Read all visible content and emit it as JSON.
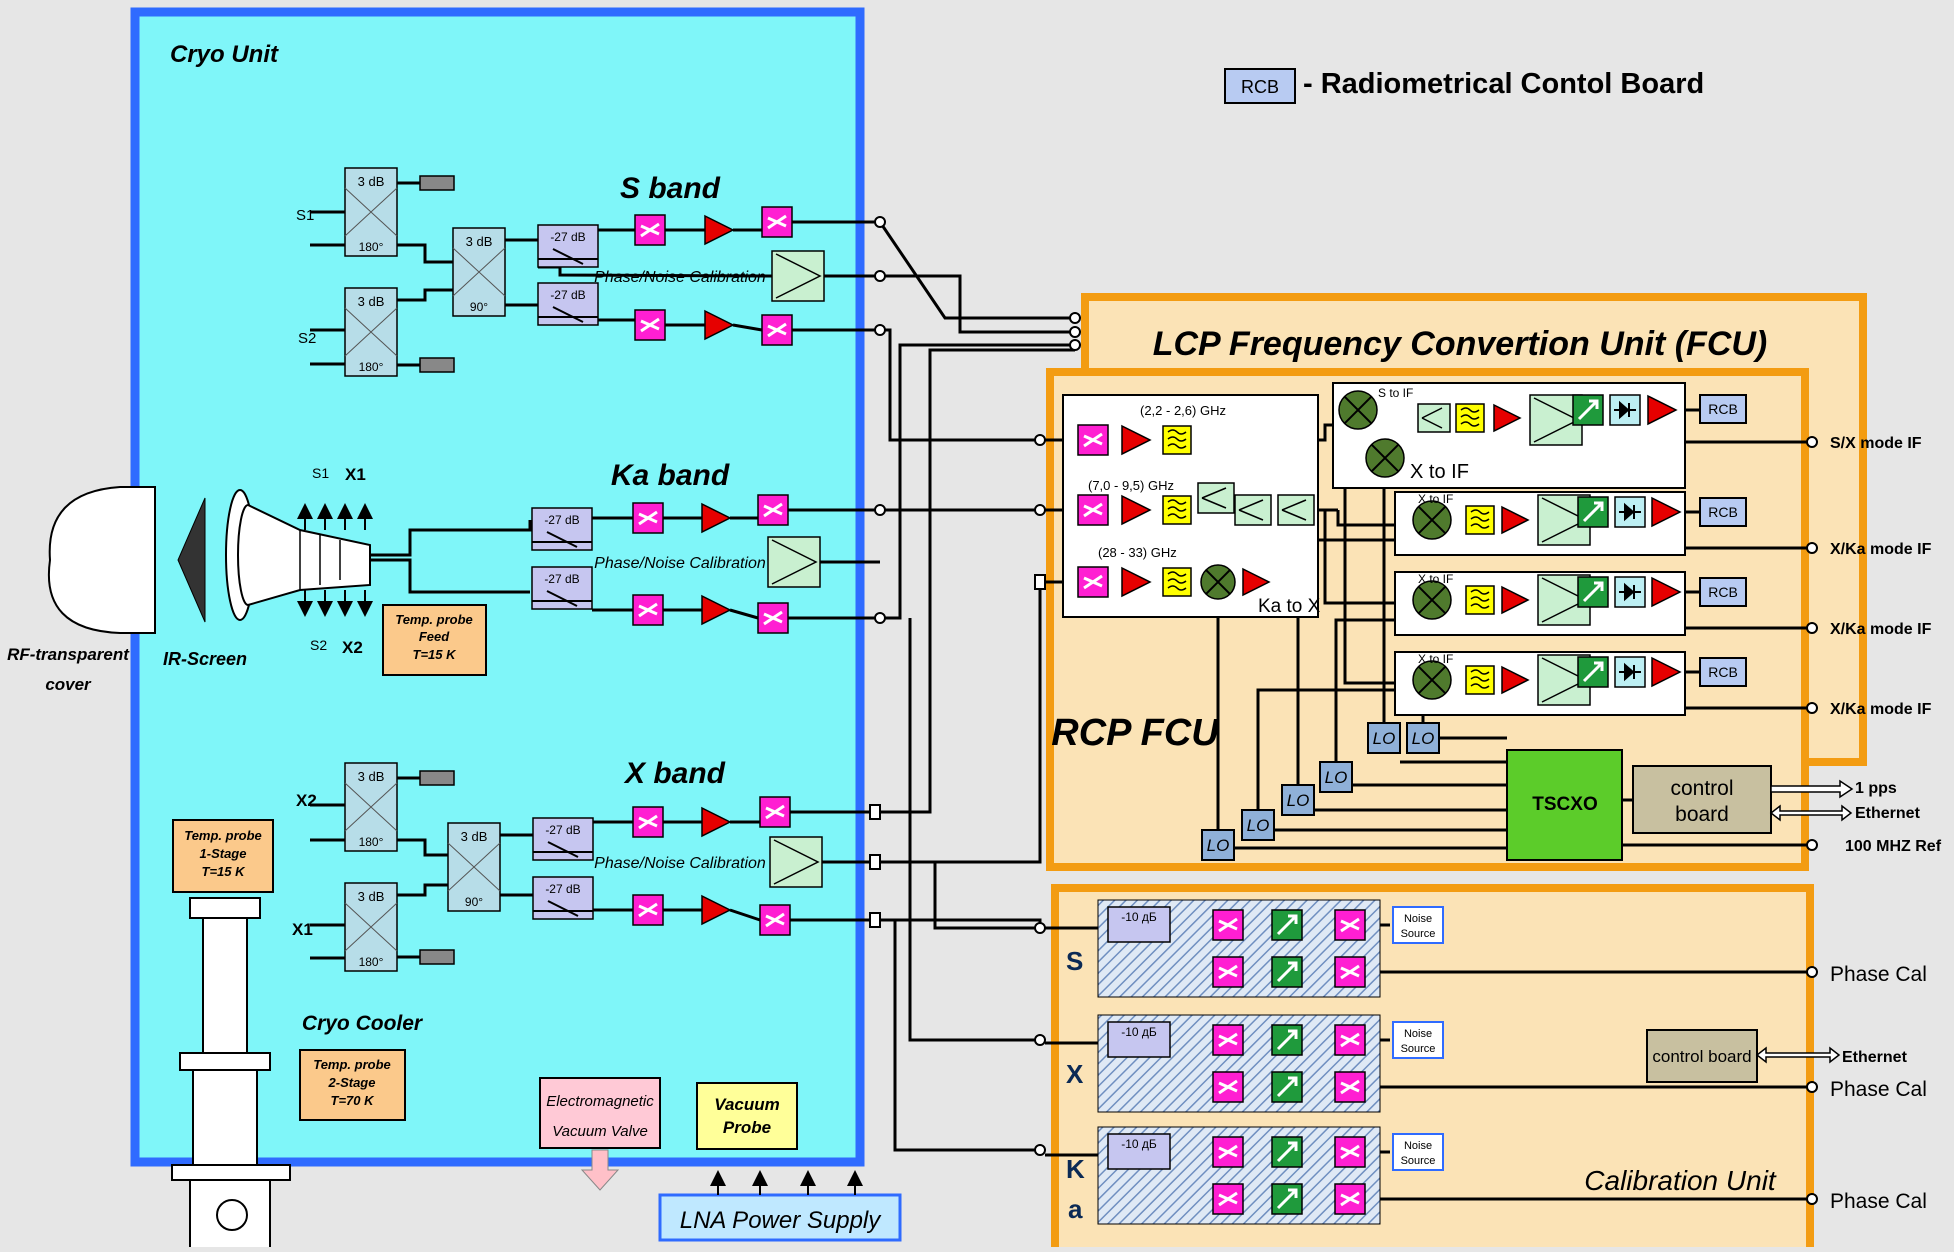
{
  "legend": {
    "rcb_box": "RCB",
    "rcb_text": "- Radiometrical Contol Board"
  },
  "cryo": {
    "title": "Cryo Unit",
    "s_band": "S band",
    "ka_band": "Ka band",
    "x_band": "X band",
    "phase_noise_cal": "Phase/Noise Calibration",
    "hyb_3db": "3 dB",
    "deg180": "180°",
    "deg90": "90°",
    "coupler_27": "-27 dB",
    "s1": "S1",
    "s2": "S2",
    "x1": "X1",
    "x2": "X2",
    "feed_probe": [
      "Temp. probe",
      "Feed",
      "T=15 K"
    ],
    "stage1_probe": [
      "Temp. probe",
      "1-Stage",
      "T=15 K"
    ],
    "stage2_probe": [
      "Temp. probe",
      "2-Stage",
      "T=70 K"
    ],
    "cryo_cooler": "Cryo Cooler",
    "em_valve": [
      "Electromagnetic",
      "Vacuum Valve"
    ],
    "vacuum_probe": [
      "Vacuum",
      "Probe"
    ],
    "lna_power": "LNA Power Supply"
  },
  "front": {
    "rf_cover": [
      "RF-transparent",
      "cover"
    ],
    "ir_screen": "IR-Screen"
  },
  "fcu": {
    "lcp_title": "LCP Frequency Convertion Unit (FCU)",
    "rcp_title": "RCP FCU",
    "band_22_26": "(2,2 - 2,6) GHz",
    "band_70_95": "(7,0 - 9,5) GHz",
    "band_28_33": "(28 - 33) GHz",
    "ka_to_x": "Ka to X",
    "s_to_if": "S to IF",
    "x_to_if": "X to IF",
    "x_to_if_small": "X to IF",
    "rcb": "RCB",
    "lo": "LO",
    "tscxo": "TSCXO",
    "control_board": [
      "control",
      "board"
    ],
    "out_sx": "S/X mode IF",
    "out_xka": "X/Ka mode IF",
    "pps": "1 pps",
    "ethernet": "Ethernet",
    "ref": "100 MHZ Ref"
  },
  "cal": {
    "title": "Calibration Unit",
    "att": "-10 дБ",
    "noise_source": [
      "Noise",
      "Source"
    ],
    "control_board": "control board",
    "ethernet": "Ethernet",
    "phase_cal": "Phase Cal",
    "s": "S",
    "x": "X",
    "ka_k": "K",
    "ka_a": "a"
  }
}
